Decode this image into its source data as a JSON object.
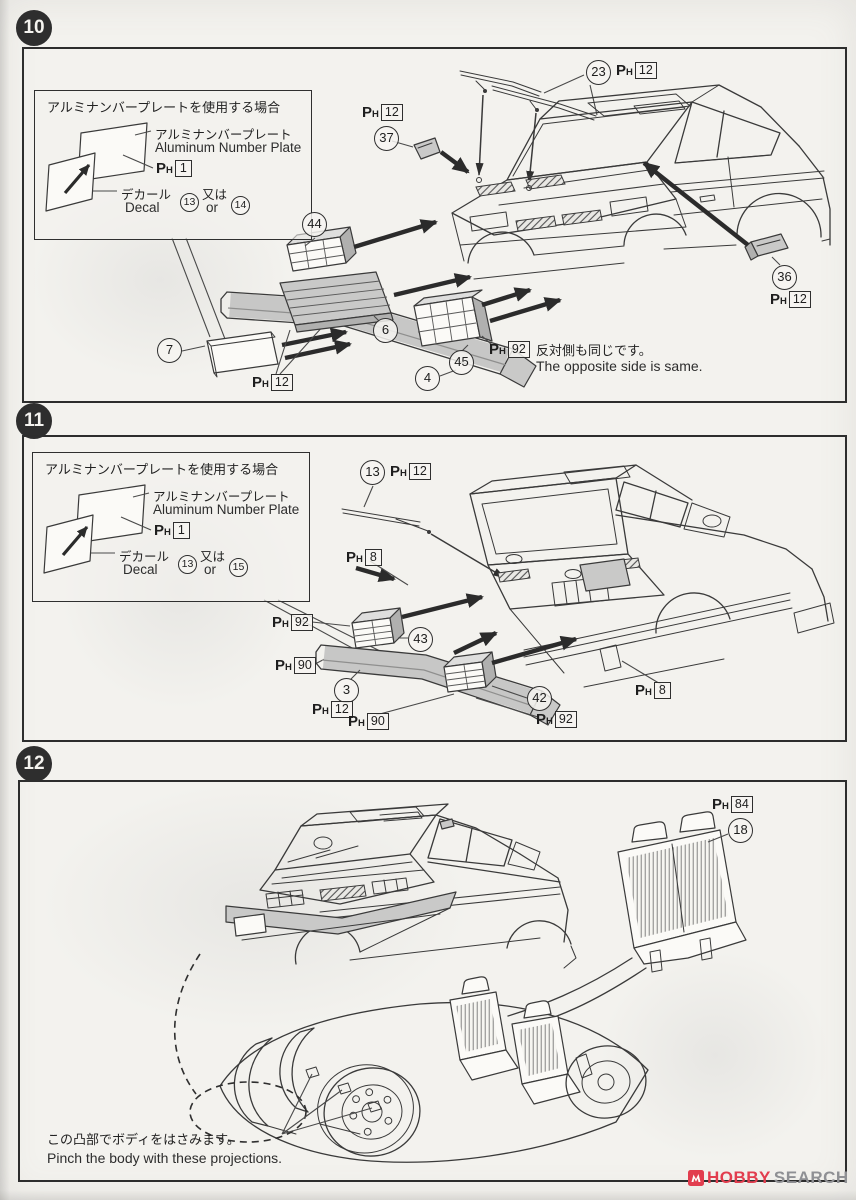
{
  "page": {
    "paper": "#f3f2ee",
    "ink": "#2d2d2d"
  },
  "watermark": {
    "icon": "hobby-search-icon",
    "word1": "HOBBY",
    "word2": "SEARCH",
    "red": "#e23d4e",
    "gray": "#8f9094"
  },
  "glyphs": {
    "p": "P",
    "h": "H"
  },
  "steps": [
    {
      "number": "10",
      "note": {
        "title": "アルミナンバープレートを使用する場合",
        "plate_jp": "アルミナンバープレート",
        "plate_en": "Aluminum Number Plate",
        "ph_num": "1",
        "decal_jp": "デカール",
        "decal_en": "Decal",
        "opt1": "13",
        "or_jp": "又は",
        "or_en": "or",
        "opt2": "14"
      },
      "side_note_jp": "反対側も同じです。",
      "side_note_en": "The opposite side is same.",
      "callouts": {
        "c23": "23",
        "ph23": "12",
        "c37": "37",
        "ph37": "12",
        "c44": "44",
        "c6": "6",
        "c7": "7",
        "ph_plate": "12",
        "c4": "4",
        "c45": "45",
        "ph45": "92",
        "c36": "36",
        "ph36": "12"
      }
    },
    {
      "number": "11",
      "note": {
        "title": "アルミナンバープレートを使用する場合",
        "plate_jp": "アルミナンバープレート",
        "plate_en": "Aluminum Number Plate",
        "ph_num": "1",
        "decal_jp": "デカール",
        "decal_en": "Decal",
        "opt1": "13",
        "or_jp": "又は",
        "or_en": "or",
        "opt2": "15"
      },
      "callouts": {
        "c13": "13",
        "ph13": "12",
        "ph_left8": "8",
        "ph_l92": "92",
        "c43": "43",
        "ph_l90": "90",
        "c3": "3",
        "ph3": "12",
        "ph_b90": "90",
        "c42": "42",
        "ph_b92": "92",
        "ph_r8": "8"
      }
    },
    {
      "number": "12",
      "callouts": {
        "ph18": "84",
        "c18": "18"
      },
      "caption_jp": "この凸部でボディをはさみます。",
      "caption_en": "Pinch the body with these projections."
    }
  ]
}
